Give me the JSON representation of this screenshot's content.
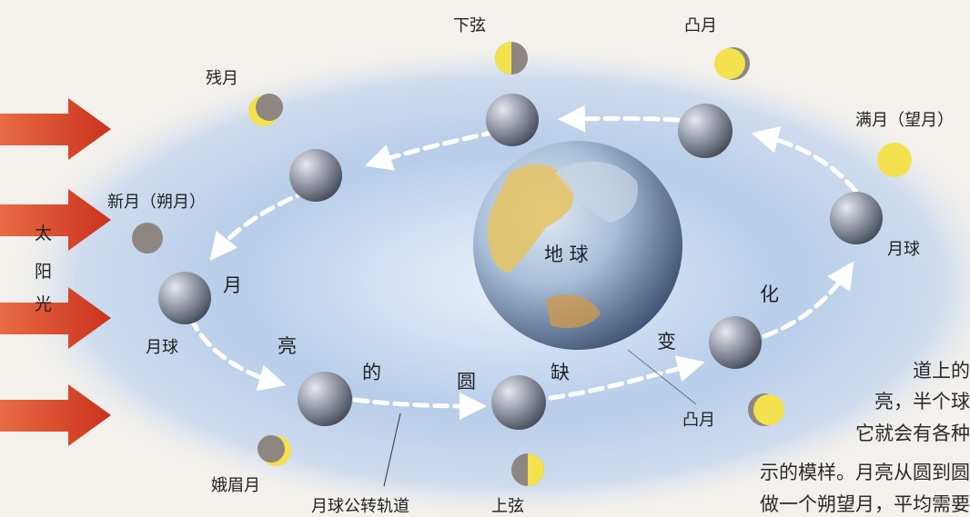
{
  "sun_label": [
    "太",
    "阳",
    "光"
  ],
  "earth_label": "地 球",
  "orbit_label": "月球公转轨道",
  "moon_label": "月球",
  "phases": {
    "new_moon": "新月（朔月）",
    "waxing_crescent": "娥眉月",
    "first_quarter": "上弦",
    "waxing_gibbous": "凸月",
    "full_moon": "满月（望月）",
    "waning_gibbous": "凸月",
    "last_quarter": "下弦",
    "waning_crescent": "残月"
  },
  "caption_chars": [
    "月",
    "亮",
    "的",
    "圆",
    "缺",
    "变",
    "化"
  ],
  "side_text": [
    "道上的",
    "亮，半个球",
    "它就会有各种",
    "示的模样。月亮从圆到圆",
    "做一个朔望月，平均需要"
  ],
  "colors": {
    "arrow": "#d9452b",
    "glow": "#a9c3e4",
    "moon_lit": "#f3e14e",
    "moon_dark": "#8e8680"
  }
}
